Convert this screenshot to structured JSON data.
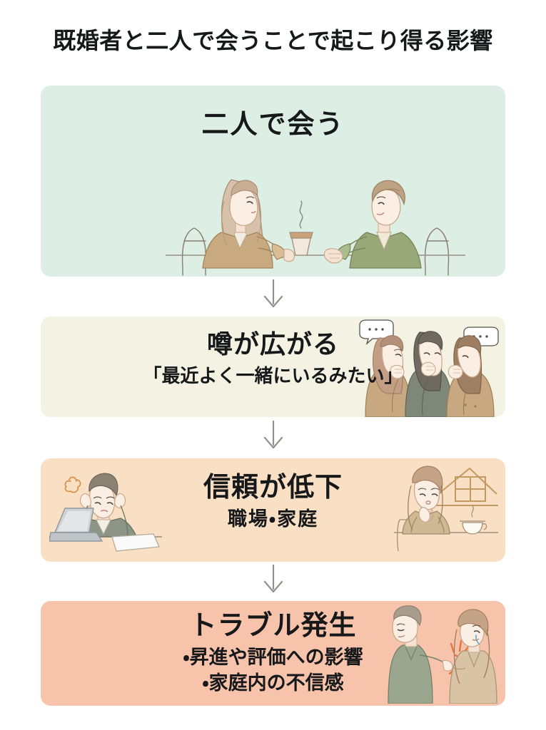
{
  "title": "既婚者と二人で会うことで起こり得る影響",
  "colors": {
    "box1_bg": "#ddeee4",
    "box2_bg": "#f4f2e3",
    "box3_bg": "#f9dfc4",
    "box4_bg": "#f7c3ab",
    "text": "#16181a",
    "arrow": "#8f938c",
    "page_bg": "#ffffff"
  },
  "flow": {
    "steps": [
      {
        "id": "step-meeting",
        "heading": "二人で会う",
        "subtitle": "",
        "bullets": [],
        "illustration": "two-people-meeting-at-cafe-table-illustration",
        "bg": "#ddeee4"
      },
      {
        "id": "step-rumor",
        "heading": "噂が広がる",
        "subtitle": "「最近よく一緒にいるみたい」",
        "bullets": [],
        "illustration": "three-women-gossiping-illustration",
        "bg": "#f4f2e3"
      },
      {
        "id": "step-trust-decline",
        "heading": "信頼が低下",
        "subtitle": "職場・家庭",
        "bullets": [],
        "illustration_left": "stressed-man-at-laptop-illustration",
        "illustration_right": "worried-woman-at-home-illustration",
        "bg": "#f9dfc4"
      },
      {
        "id": "step-trouble",
        "heading": "トラブル発生",
        "subtitle": "",
        "bullets": [
          "・昇進や評価への影響",
          "・家庭内の不信感"
        ],
        "illustration": "couple-turned-away-conflict-illustration",
        "bg": "#f7c3ab"
      }
    ],
    "arrows": [
      {
        "id": "arrow-meeting-to-rumor",
        "direction": "down"
      },
      {
        "id": "arrow-rumor-to-trust",
        "direction": "down"
      },
      {
        "id": "arrow-trust-to-trouble",
        "direction": "down"
      }
    ]
  },
  "speech_bubbles": {
    "dots": "•••"
  }
}
